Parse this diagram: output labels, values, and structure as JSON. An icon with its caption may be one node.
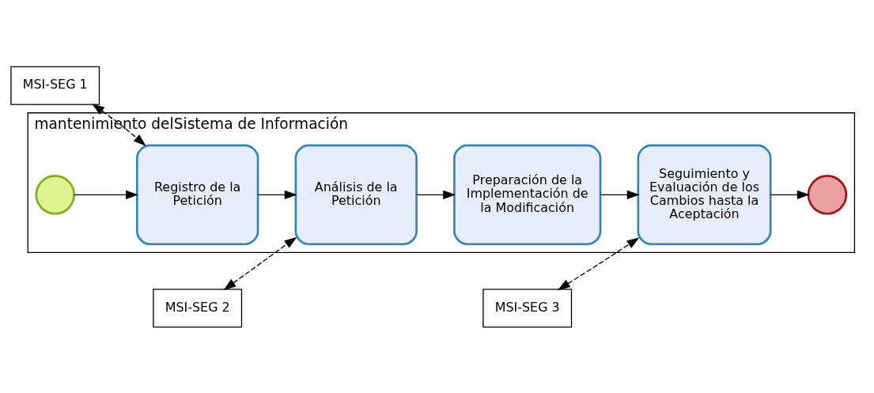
{
  "diagram": {
    "nodes": [
      {
        "text": [
          "MSI-SEG 1"
        ]
      },
      {
        "text": [
          "MSI-SEG 3"
        ]
      },
      {
        "text": [
          "mantenimiento delSistema de Información"
        ]
      },
      {
        "text": [],
        "shape": "circle",
        "in": 2
      },
      {
        "text": [
          "Registro de la Petición"
        ],
        "in": 2
      },
      {
        "text": [
          "Análisis de la Petición"
        ],
        "in": 2
      },
      {
        "text": [
          "Preparación de la Implementación de la Modificación"
        ],
        "in": 2
      },
      {
        "text": [
          "Seguimiento y Evaluación de los Cambios hasta la Aceptación"
        ],
        "in": 2
      },
      {
        "text": [],
        "shape": "circle",
        "in": 2
      },
      {
        "text": [
          "MSI-SEG 2"
        ]
      }
    ],
    "edges": [
      {
        "from": 3,
        "to": 4,
        "arrow": "to"
      },
      {
        "from": 4,
        "to": 5,
        "arrow": "to"
      },
      {
        "from": 5,
        "to": 6,
        "arrow": "to"
      },
      {
        "from": 6,
        "to": 7,
        "arrow": "to"
      },
      {
        "from": 7,
        "to": 8,
        "arrow": "to"
      },
      {
        "from": 0,
        "to": 4,
        "arrow": "both",
        "style": "dashed"
      },
      {
        "from": 9,
        "to": 5,
        "arrow": "both",
        "style": "dashed"
      },
      {
        "from": 1,
        "to": 7,
        "arrow": "both",
        "style": "dashed"
      }
    ]
  }
}
